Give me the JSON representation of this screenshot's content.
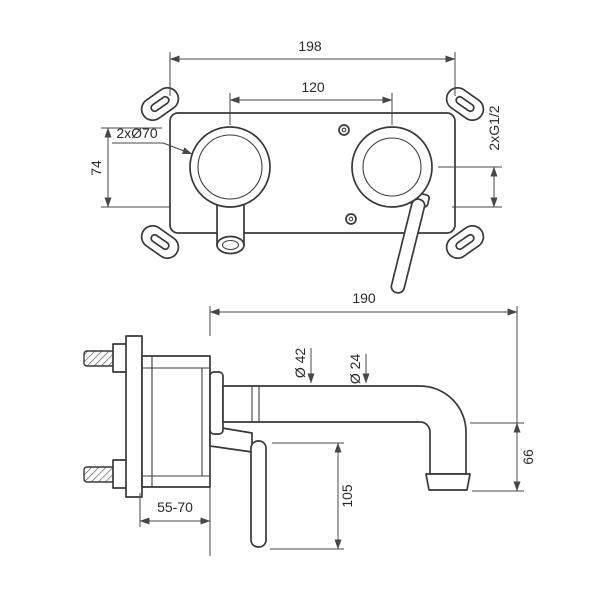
{
  "colors": {
    "background": "#ffffff",
    "object_line": "#383838",
    "dimension_line": "#474747",
    "text": "#2a2a2a"
  },
  "front_view": {
    "overall_width": "198",
    "center_distance": "120",
    "mounting_holes": "2xØ70",
    "height": "74",
    "connections": "2xG1/2"
  },
  "side_view": {
    "spout_reach": "190",
    "escutcheon_diameter": "Ø 42",
    "spout_diameter": "Ø 24",
    "handle_drop": "105",
    "outlet_drop": "66",
    "installation_depth": "55-70"
  }
}
